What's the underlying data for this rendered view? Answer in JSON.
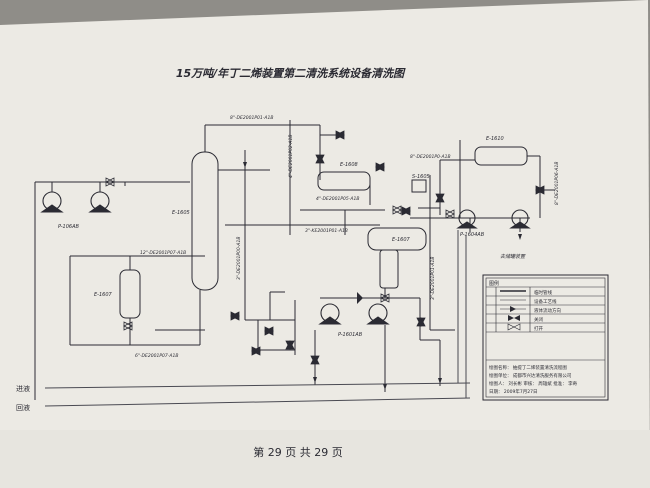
{
  "title": "15万吨/年丁二烯装置第二清洗系统设备清洗图",
  "footer": "第 29 页 共 29 页",
  "equipment": {
    "p1": "P-106AB",
    "column": "E-1605",
    "hx_top": "E-1608",
    "hx_left": "E-1607",
    "drum": "E-1607",
    "s_unit": "S-1605",
    "hx_right": "E-1610",
    "pump_mid": "P-1601AB",
    "pump_right": "P-1604AB",
    "battery": "去储罐装置"
  },
  "lines": {
    "l1": "8\"-DE2001P01-A1B",
    "l2": "4\"-DE2001P05-A1B",
    "l3": "8\"-DE2001P0-A1B",
    "l4": "12\"-DE2001P07-A1B",
    "l5": "6\"-DE2001P07-A1B",
    "l6": "3\"-KE2001P01-A1B",
    "l7": "8\"-DE2001P06-A1B",
    "l8": "4\"-DE2001P02-A1B",
    "l9": "3\"-DE2001P00-A1B",
    "l10": "3\"-DE2001P01-A1B"
  },
  "flow": {
    "supply": "进液",
    "return": "回液"
  },
  "legend": {
    "header": "图例",
    "items": [
      "临时管线",
      "设备工艺线",
      "液体流动方向",
      "关闭",
      "打开"
    ],
    "notes": [
      "绘图名称：  抽提丁二烯装置清洗流程图",
      "绘图单位：  成都市兴达清洗服务有限公司",
      "绘图人：  刘长彬   审核：  周雄斌   批准：  李奇",
      "日期：  2009年7月27日"
    ]
  },
  "colors": {
    "paper": "#eceae4",
    "ink": "#2b2b33",
    "pencil": "#6f6f78",
    "shadow": "#8f8d88"
  }
}
